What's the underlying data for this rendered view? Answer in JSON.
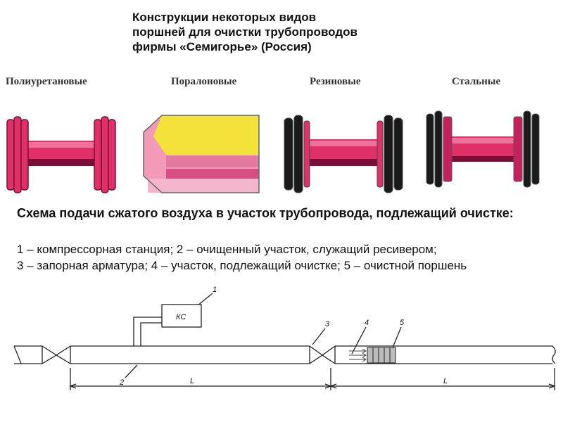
{
  "title": "Конструкции некоторых видов\nпоршней для очистки трубопроводов\nфирмы «Семигорье» (Россия)",
  "pistons": [
    {
      "label": "Полиуретановые"
    },
    {
      "label": "Поралоновые"
    },
    {
      "label": "Резиновые"
    },
    {
      "label": "Стальные"
    }
  ],
  "scheme": {
    "title": "Схема подачи сжатого воздуха в участок трубопровода, подлежащий очистке:",
    "line1": "1 – компрессорная станция; 2 – очищенный участок, служащий ресивером;",
    "line2": "3 – запорная арматура; 4 – участок, подлежащий очистке; 5 – очистной поршень"
  },
  "diagram": {
    "ks_label": "КС",
    "callouts": [
      "1",
      "2",
      "3",
      "4",
      "5"
    ],
    "dim_label_1": "L",
    "dim_label_2": "L"
  },
  "colors": {
    "piston_pink": "#e0306a",
    "foam_yellow": "#f2e23a",
    "rubber_black": "#1a1a1a"
  }
}
